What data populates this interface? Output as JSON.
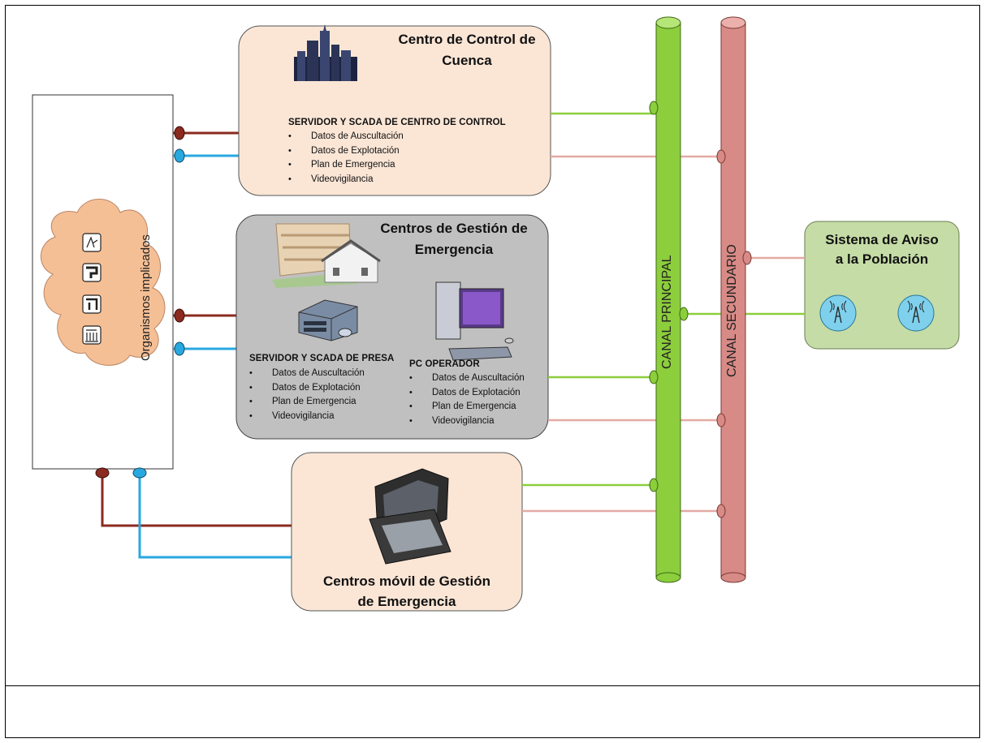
{
  "control_center": {
    "title_line1": "Centro de Control de",
    "title_line2": "Cuenca",
    "server_title": "SERVIDOR Y SCADA DE CENTRO DE CONTROL",
    "items": [
      "Datos de Auscultación",
      "Datos de Explotación",
      "Plan de Emergencia",
      "Videovigilancia"
    ]
  },
  "emergency_centers": {
    "title_line1": "Centros de Gestión de",
    "title_line2": "Emergencia",
    "dam_server_title": "SERVIDOR Y SCADA DE PRESA",
    "dam_items": [
      "Datos de Auscultación",
      "Datos de Explotación",
      "Plan de Emergencia",
      "Videovigilancia"
    ],
    "pc_title": "PC OPERADOR",
    "pc_items": [
      "Datos de Auscultación",
      "Datos de Explotación",
      "Plan de Emergencia",
      "Videovigilancia"
    ]
  },
  "mobile_center": {
    "title_line1": "Centros móvil de Gestión",
    "title_line2": "de Emergencia"
  },
  "organisms": {
    "label": "Organismos implicados"
  },
  "channels": {
    "primary": "CANAL PRINCIPAL",
    "secondary": "CANAL SECUNDARIO"
  },
  "warning_system": {
    "title_line1": "Sistema de Aviso",
    "title_line2": "a la Población"
  },
  "colors": {
    "peach": "#fbe6d6",
    "gray_box": "#c0c0c0",
    "green_box": "#c5dca6",
    "primary_channel": "#8cce3c",
    "secondary_channel": "#d88a86",
    "dark_red_line": "#8b2a20",
    "blue_line": "#29a8e0",
    "cloud": "#f5bf95"
  }
}
